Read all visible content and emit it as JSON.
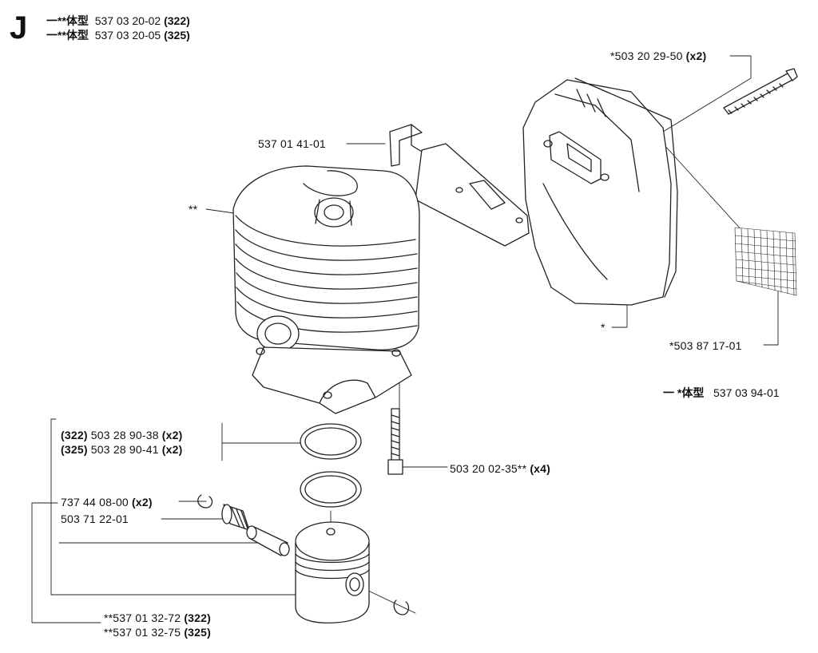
{
  "section_letter": "J",
  "header": [
    {
      "dash": "一",
      "model": "**体型",
      "part": "537 03 20-02",
      "variant": "(322)"
    },
    {
      "dash": "一",
      "model": "**体型",
      "part": "537 03 20-05",
      "variant": "(325)"
    }
  ],
  "muffler_kit": {
    "dash": "一",
    "model": "*体型",
    "part": "537 03 94-01"
  },
  "callouts": {
    "bolt_long": {
      "num": "*503 20 29-50",
      "qty": "(x2)"
    },
    "bracket": {
      "num": "537 01 41-01"
    },
    "cylinder": {
      "num": "**"
    },
    "muffler": {
      "num": "*"
    },
    "screen": {
      "num": "*503 87 17-01"
    },
    "ring1": {
      "variant": "(322)",
      "num": "503 28 90-38",
      "qty": "(x2)"
    },
    "ring2": {
      "variant": "(325)",
      "num": "503 28 90-41",
      "qty": "(x2)"
    },
    "screws": {
      "num": "503 20 02-35**",
      "qty": "(x4)"
    },
    "circlip": {
      "num": "737 44 08-00",
      "qty": "(x2)"
    },
    "bearing": {
      "num": "503 71 22-01"
    },
    "piston1": {
      "num": "**537 01 32-72",
      "variant": "(322)"
    },
    "piston2": {
      "num": "**537 01 32-75",
      "variant": "(325)"
    }
  }
}
